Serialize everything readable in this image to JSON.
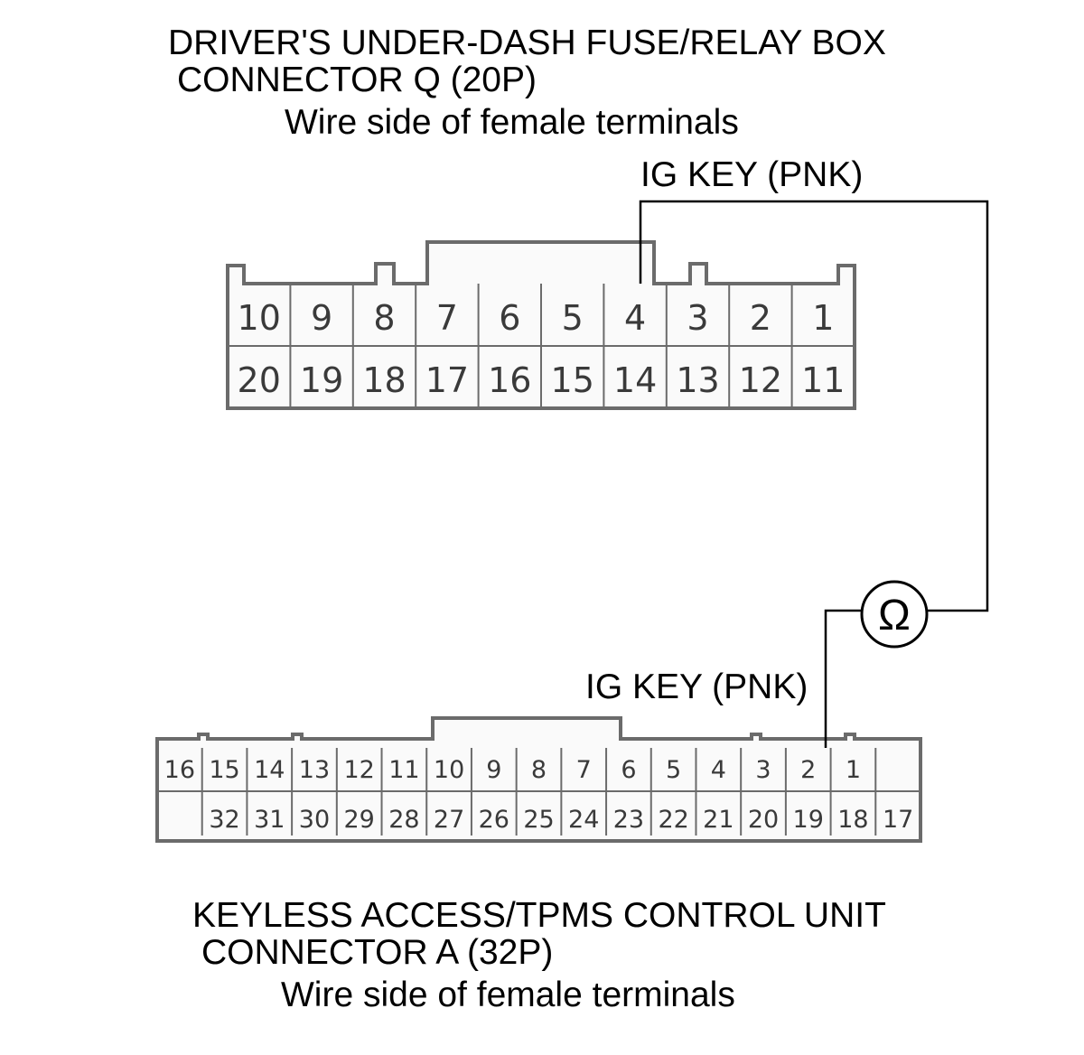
{
  "connector_q": {
    "title_line1": "DRIVER'S UNDER-DASH FUSE/RELAY BOX",
    "title_line2": "CONNECTOR Q (20P)",
    "subtitle": "Wire side of female terminals",
    "row1": [
      "10",
      "9",
      "8",
      "7",
      "6",
      "5",
      "4",
      "3",
      "2",
      "1"
    ],
    "row2": [
      "20",
      "19",
      "18",
      "17",
      "16",
      "15",
      "14",
      "13",
      "12",
      "11"
    ],
    "wire_label": "IG KEY (PNK)"
  },
  "connector_a": {
    "title_line1": "KEYLESS ACCESS/TPMS CONTROL UNIT",
    "title_line2": "CONNECTOR A (32P)",
    "subtitle": "Wire side of female terminals",
    "row1": [
      "16",
      "15",
      "14",
      "13",
      "12",
      "11",
      "10",
      "9",
      "8",
      "7",
      "6",
      "5",
      "4",
      "3",
      "2",
      "1",
      ""
    ],
    "row2": [
      "",
      "32",
      "31",
      "30",
      "29",
      "28",
      "27",
      "26",
      "25",
      "24",
      "23",
      "22",
      "21",
      "20",
      "19",
      "18",
      "17"
    ],
    "wire_label": "IG KEY (PNK)"
  },
  "ohmmeter": {
    "symbol": "Ω",
    "icon": "ohmmeter-icon"
  }
}
